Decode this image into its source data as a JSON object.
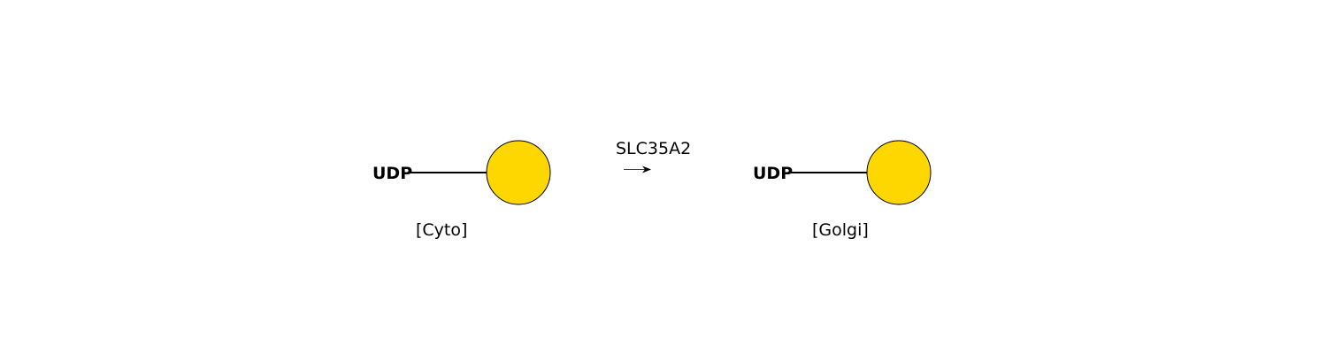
{
  "reaction": {
    "enzyme": "SLC35A2",
    "arrow_icon": "right-arrow-icon",
    "substrate": {
      "nucleotide": "UDP",
      "sugar_icon": "galactose-circle-icon",
      "sugar_color": "#FFD700",
      "compartment": "[Cyto]"
    },
    "product": {
      "nucleotide": "UDP",
      "sugar_icon": "galactose-circle-icon",
      "sugar_color": "#FFD700",
      "compartment": "[Golgi]"
    }
  }
}
